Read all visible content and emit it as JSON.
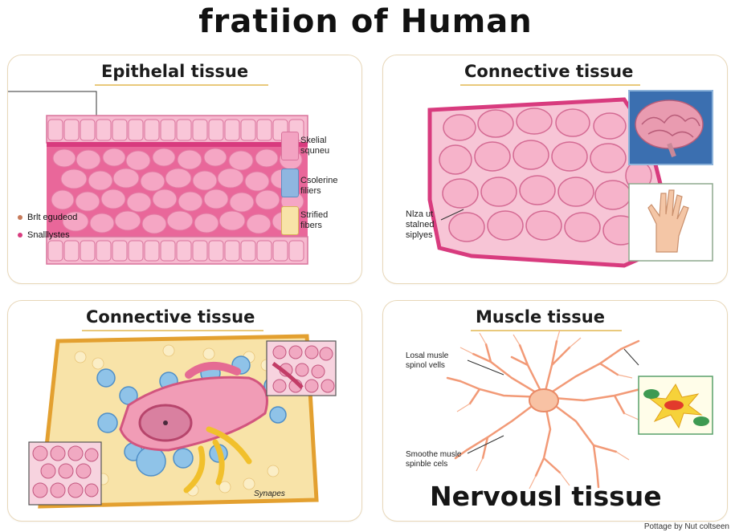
{
  "title": "fratiion of Human",
  "panels": {
    "epithelial": {
      "heading": "Epithelal tissue",
      "legend": [
        "Brlt egudeod",
        "Snalllystes"
      ],
      "side_labels": [
        [
          "Skelial",
          "squneu"
        ],
        [
          "Csolerine",
          "filiers"
        ],
        [
          "Strified",
          "fibers"
        ]
      ]
    },
    "connective_top": {
      "heading": "Connective tissue",
      "callout": [
        "Nlza ut",
        "stalned",
        "siplyes"
      ]
    },
    "connective_bottom": {
      "heading": "Connective tissue",
      "inset_label": "Synapes"
    },
    "muscle": {
      "heading": "Muscle tissue",
      "callout_top": [
        "Losal musle",
        "spinol vells"
      ],
      "callout_bottom": [
        "Smoothe musle",
        "spinble cels"
      ],
      "big_label": "Nervousl tissue"
    }
  },
  "footer": "Pottage by Nut coltseen",
  "colors": {
    "pink_cell": "#f3a3c2",
    "magenta": "#d83b7e",
    "cream": "#f8e3a8",
    "blue_cell": "#8fc3e8",
    "neuron": "#f29a77"
  }
}
